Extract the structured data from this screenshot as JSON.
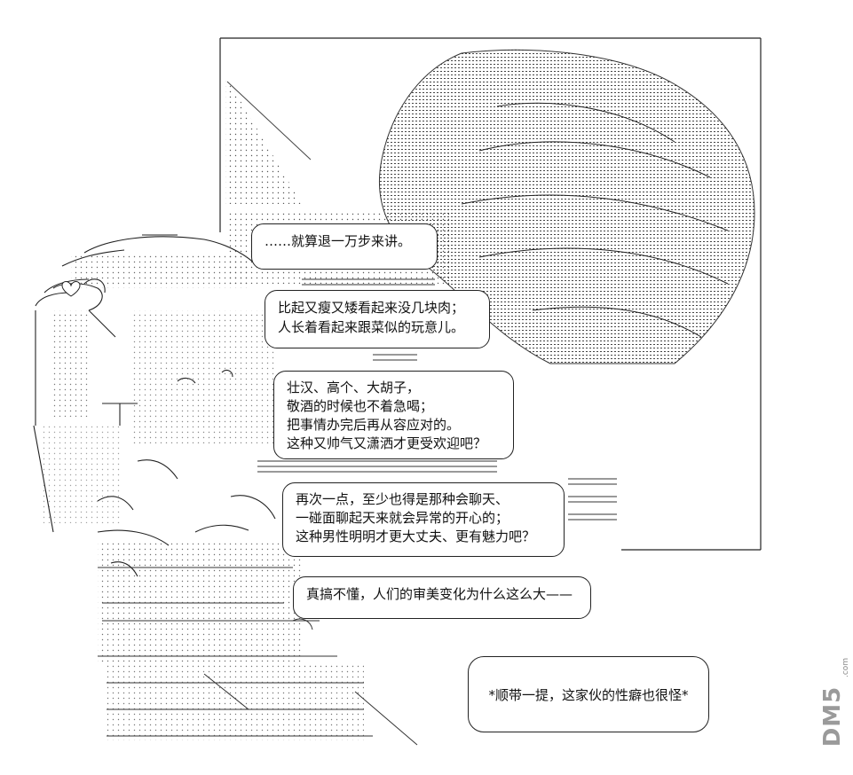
{
  "bubbles": [
    {
      "lines": [
        "……就算退一万步来讲。"
      ]
    },
    {
      "lines": [
        "比起又瘦又矮看起来没几块肉；",
        "人长着看起来跟菜似的玩意儿。"
      ]
    },
    {
      "lines": [
        "壮汉、高个、大胡子，",
        "敬酒的时候也不着急喝；",
        "把事情办完后再从容应对的。",
        "这种又帅气又潇洒才更受欢迎吧？"
      ]
    },
    {
      "lines": [
        "再次一点，至少也得是那种会聊天、",
        "一碰面聊起天来就会异常的开心的；",
        "这种男性明明才更大丈夫、更有魅力吧？"
      ]
    },
    {
      "lines": [
        "真搞不懂，人们的审美变化为什么这么大——"
      ]
    }
  ],
  "note": "*顺带一提，这家伙的性癖也很怪*",
  "watermark": {
    "main": "DM5",
    "small": ".com"
  }
}
